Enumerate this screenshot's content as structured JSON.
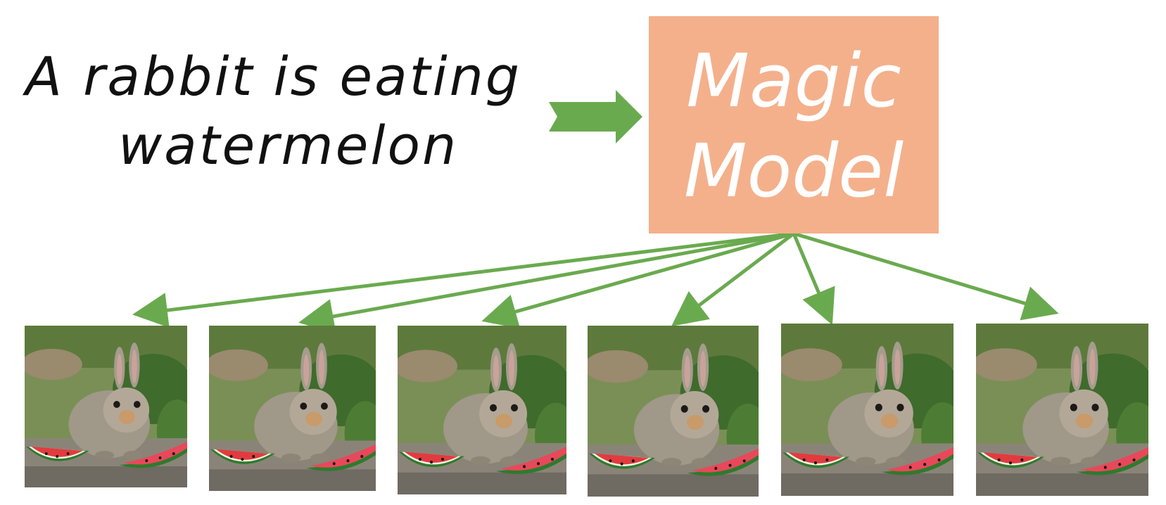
{
  "prompt": {
    "line1": "A rabbit is eating",
    "line2": "watermelon"
  },
  "model": {
    "line1": "Magic",
    "line2": "Model"
  },
  "colors": {
    "arrow": "#6aaa4f",
    "model_box": "#f4b08b",
    "model_text": "#ffffff",
    "prompt_text": "#111111"
  },
  "outputs": [
    {
      "content": "rabbit-with-watermelon-image"
    },
    {
      "content": "rabbit-with-watermelon-image"
    },
    {
      "content": "rabbit-with-watermelon-image"
    },
    {
      "content": "rabbit-with-watermelon-image"
    },
    {
      "content": "rabbit-with-watermelon-image"
    },
    {
      "content": "rabbit-with-watermelon-image"
    }
  ]
}
